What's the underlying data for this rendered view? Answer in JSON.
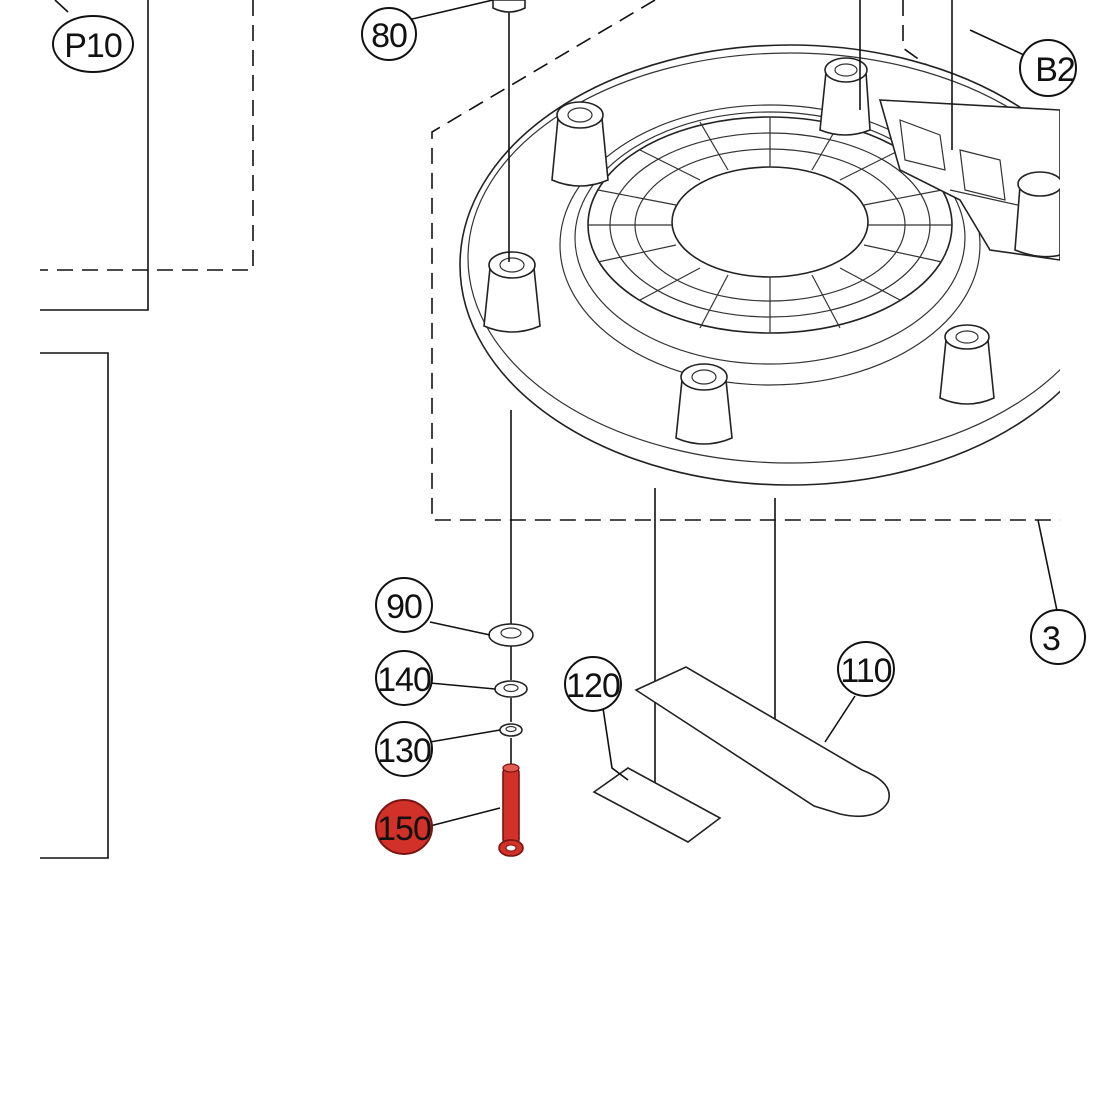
{
  "diagram": {
    "callouts": {
      "p10": "P10",
      "c80": "80",
      "b2": "B2",
      "c3": "3",
      "c90": "90",
      "c140": "140",
      "c130": "130",
      "c150": "150",
      "c120": "120",
      "c110": "110"
    },
    "highlight_color": "#d2312a",
    "highlighted_part": "150"
  }
}
